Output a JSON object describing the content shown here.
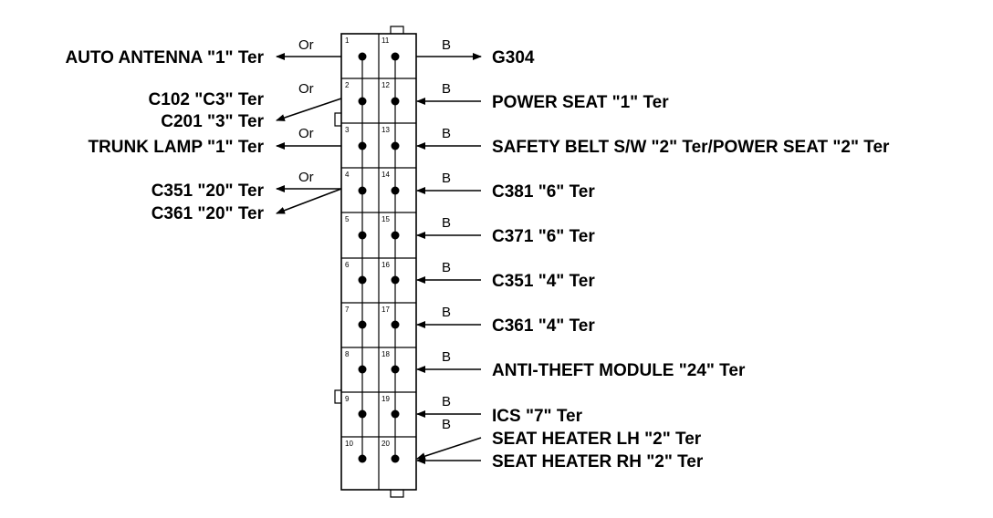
{
  "connector": {
    "left_pins": [
      "1",
      "2",
      "3",
      "4",
      "5",
      "6",
      "7",
      "8",
      "9",
      "10"
    ],
    "right_pins": [
      "11",
      "12",
      "13",
      "14",
      "15",
      "16",
      "17",
      "18",
      "19",
      "20"
    ]
  },
  "left_labels": {
    "auto_antenna": "AUTO ANTENNA \"1\" Ter",
    "c102": "C102 \"C3\" Ter",
    "c201": "C201 \"3\" Ter",
    "trunk_lamp": "TRUNK LAMP \"1\" Ter",
    "c351_20": "C351 \"20\" Ter",
    "c361_20": "C361 \"20\" Ter"
  },
  "right_labels": {
    "g304": "G304",
    "power_seat_1": "POWER SEAT \"1\" Ter",
    "safety_belt": "SAFETY BELT S/W \"2\" Ter/POWER SEAT \"2\" Ter",
    "c381_6": "C381 \"6\" Ter",
    "c371_6": "C371 \"6\" Ter",
    "c351_4": "C351 \"4\" Ter",
    "c361_4": "C361 \"4\" Ter",
    "anti_theft": "ANTI-THEFT MODULE \"24\" Ter",
    "ics_7": "ICS \"7\" Ter",
    "seat_heater_lh": "SEAT HEATER LH \"2\" Ter",
    "seat_heater_rh": "SEAT HEATER RH \"2\" Ter"
  },
  "wire_colors": {
    "or": "Or",
    "b": "B"
  }
}
